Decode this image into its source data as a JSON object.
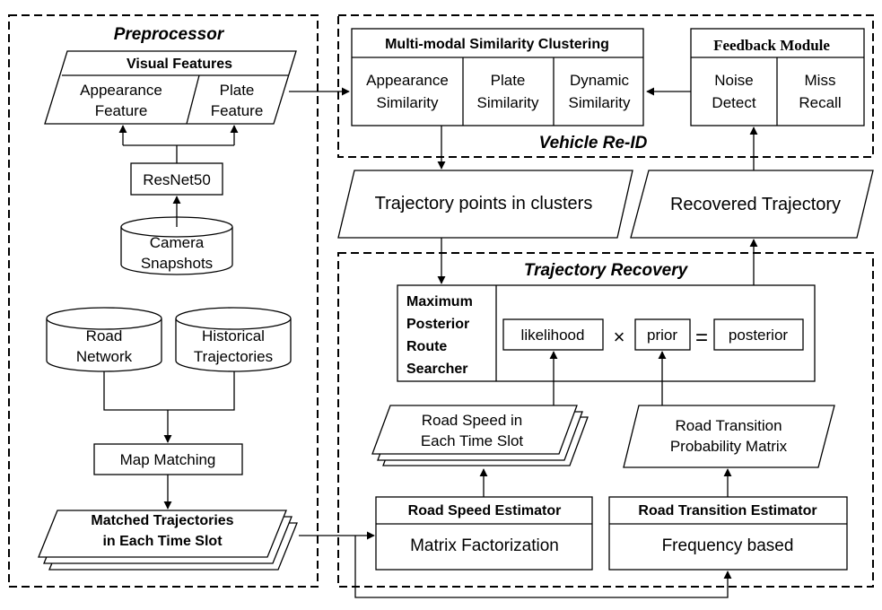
{
  "preprocessor": {
    "title": "Preprocessor",
    "visual_features": {
      "title": "Visual Features",
      "appearance": [
        "Appearance",
        "Feature"
      ],
      "plate": [
        "Plate",
        "Feature"
      ]
    },
    "resnet": "ResNet50",
    "camera_snapshots": [
      "Camera",
      "Snapshots"
    ],
    "road_network": [
      "Road",
      "Network"
    ],
    "historical_trajectories": [
      "Historical",
      "Trajectories"
    ],
    "map_matching": "Map Matching",
    "matched_trajectories": [
      "Matched Trajectories",
      "in Each Time Slot"
    ]
  },
  "vehicle_reid": {
    "title": "Vehicle Re-ID",
    "clustering": {
      "title": "Multi-modal  Similarity Clustering",
      "appearance": [
        "Appearance",
        "Similarity"
      ],
      "plate": [
        "Plate",
        "Similarity"
      ],
      "dynamic": [
        "Dynamic",
        "Similarity"
      ]
    },
    "feedback": {
      "title": "Feedback Module",
      "noise": [
        "Noise",
        "Detect"
      ],
      "miss": [
        "Miss",
        "Recall"
      ]
    }
  },
  "trajectory_points": "Trajectory points in clusters",
  "recovered_trajectory": "Recovered Trajectory",
  "trajectory_recovery": {
    "title": "Trajectory Recovery",
    "searcher": [
      "Maximum",
      "Posterior",
      "Route",
      "Searcher"
    ],
    "likelihood": "likelihood",
    "times": "×",
    "prior": "prior",
    "equals": "=",
    "posterior": "posterior",
    "road_speed": [
      "Road Speed in",
      "Each Time Slot"
    ],
    "transition_matrix": [
      "Road Transition",
      "Probability Matrix"
    ],
    "speed_estimator": {
      "title": "Road Speed Estimator",
      "method": "Matrix Factorization"
    },
    "transition_estimator": {
      "title": "Road Transition  Estimator",
      "method": "Frequency based"
    }
  }
}
